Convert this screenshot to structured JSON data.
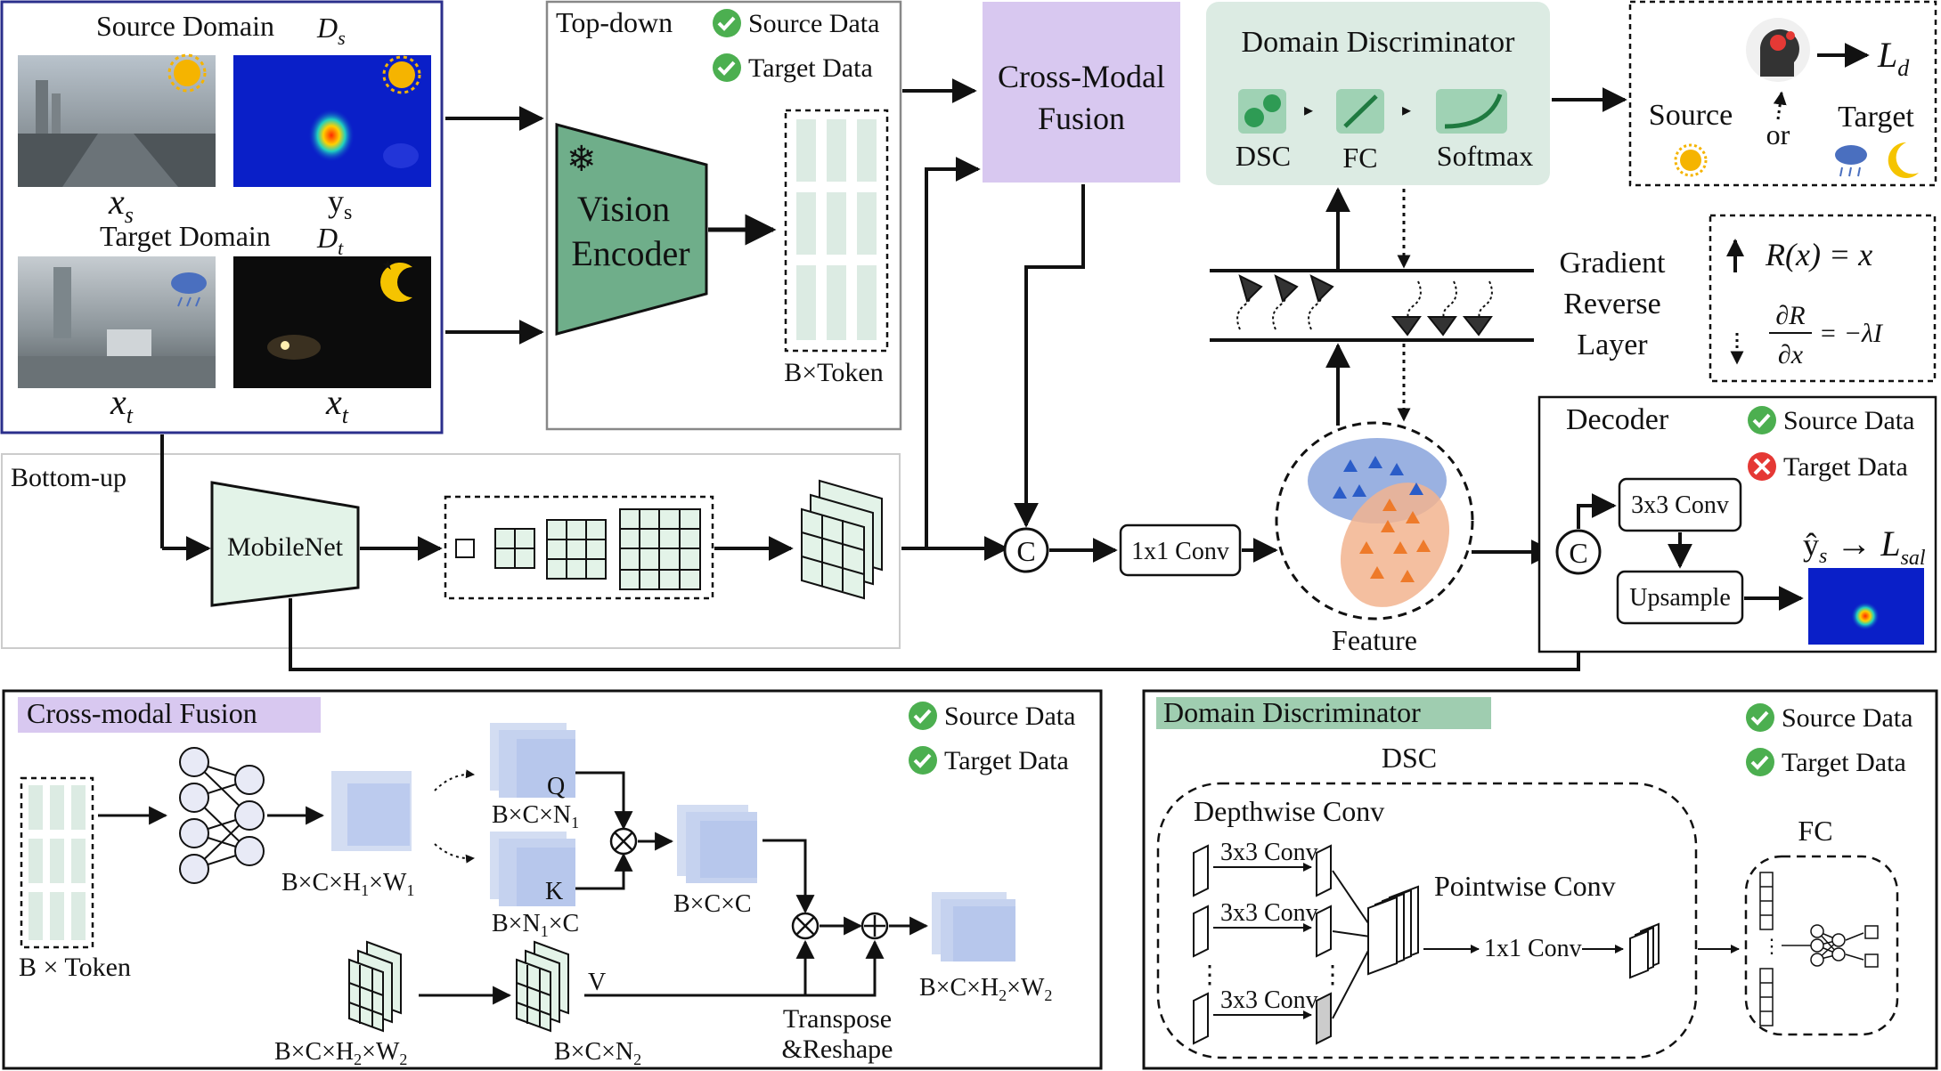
{
  "source_domain": {
    "title": "Source Domain",
    "symbol": "D",
    "symbol_sub": "s",
    "img_label_x": "x",
    "img_label_x_sub": "s",
    "img_label_y": "y",
    "img_label_y_sub": "s"
  },
  "target_domain": {
    "title": "Target Domain",
    "symbol": "D",
    "symbol_sub": "t",
    "img_label_x1": "x",
    "img_label_x1_sub": "t",
    "img_label_x2": "x",
    "img_label_x2_sub": "t"
  },
  "topdown": {
    "title": "Top-down",
    "source_label": "Source Data",
    "target_label": "Target  Data",
    "encoder_line1": "Vision",
    "encoder_line2": "Encoder",
    "token_label": "B×Token"
  },
  "bottomup": {
    "title": "Bottom-up",
    "mobilenet": "MobileNet",
    "concat": "C",
    "conv1x1": "1x1 Conv"
  },
  "cross_modal": {
    "line1": "Cross-Modal",
    "line2": "Fusion"
  },
  "domain_disc": {
    "title": "Domain Discriminator",
    "dsc": "DSC",
    "fc": "FC",
    "softmax": "Softmax"
  },
  "loss_box": {
    "loss": "L",
    "loss_sub": "d",
    "source": "Source",
    "or": "or",
    "target": "Target"
  },
  "grl": {
    "line1": "Gradient",
    "line2": "Reverse",
    "line3": "Layer",
    "forward_eq": "R(x) = x",
    "backward_num": "∂R",
    "backward_den": "∂x",
    "backward_rhs": "= −λI"
  },
  "feature": {
    "label": "Feature"
  },
  "decoder": {
    "title": "Decoder",
    "source_label": "Source Data",
    "target_label": "Target  Data",
    "conv3x3": "3x3 Conv",
    "upsample": "Upsample",
    "concat": "C",
    "yhat": "ŷ",
    "yhat_sub": "s",
    "loss": "L",
    "loss_sub": "sal"
  },
  "cmf_detail": {
    "title": "Cross-modal Fusion",
    "source_label": "Source Data",
    "target_label": "Target  Data",
    "token": "B × Token",
    "proj_label": "B×C×H",
    "proj_sub1": "1",
    "proj_mid": "×W",
    "proj_sub2": "1",
    "q": "Q",
    "k": "K",
    "v": "V",
    "q_dim": "B×C×N",
    "q_dim_sub": "1",
    "k_dim": "B×N",
    "k_dim_sub": "1",
    "k_dim_tail": "×C",
    "attn_dim": "B×C×C",
    "feat_dim": "B×C×H",
    "feat_sub1": "2",
    "feat_mid": "×W",
    "feat_sub2": "2",
    "v_dim": "B×C×N",
    "v_dim_sub": "2",
    "out_dim": "B×C×H",
    "out_sub1": "2",
    "out_mid": "×W",
    "out_sub2": "2",
    "transpose1": "Transpose",
    "transpose2": "&Reshape"
  },
  "dd_detail": {
    "title": "Domain Discriminator",
    "source_label": "Source Data",
    "target_label": "Target  Data",
    "dsc": "DSC",
    "depthwise": "Depthwise Conv",
    "pointwise": "Pointwise Conv",
    "conv3x3": "3x3 Conv",
    "conv1x1": "1x1 Conv",
    "fc": "FC"
  },
  "colors": {
    "domain_border": "#2b2f8c",
    "encoder_green": "#6fae8a",
    "fusion_purple": "#d8c8f0",
    "disc_green": "#dcebe3",
    "check_green": "#4caf50",
    "cross_red": "#e53935",
    "token_fill": "#dcebe3",
    "blue_cluster": "#8fa8de",
    "orange_cluster": "#f2b48f"
  }
}
